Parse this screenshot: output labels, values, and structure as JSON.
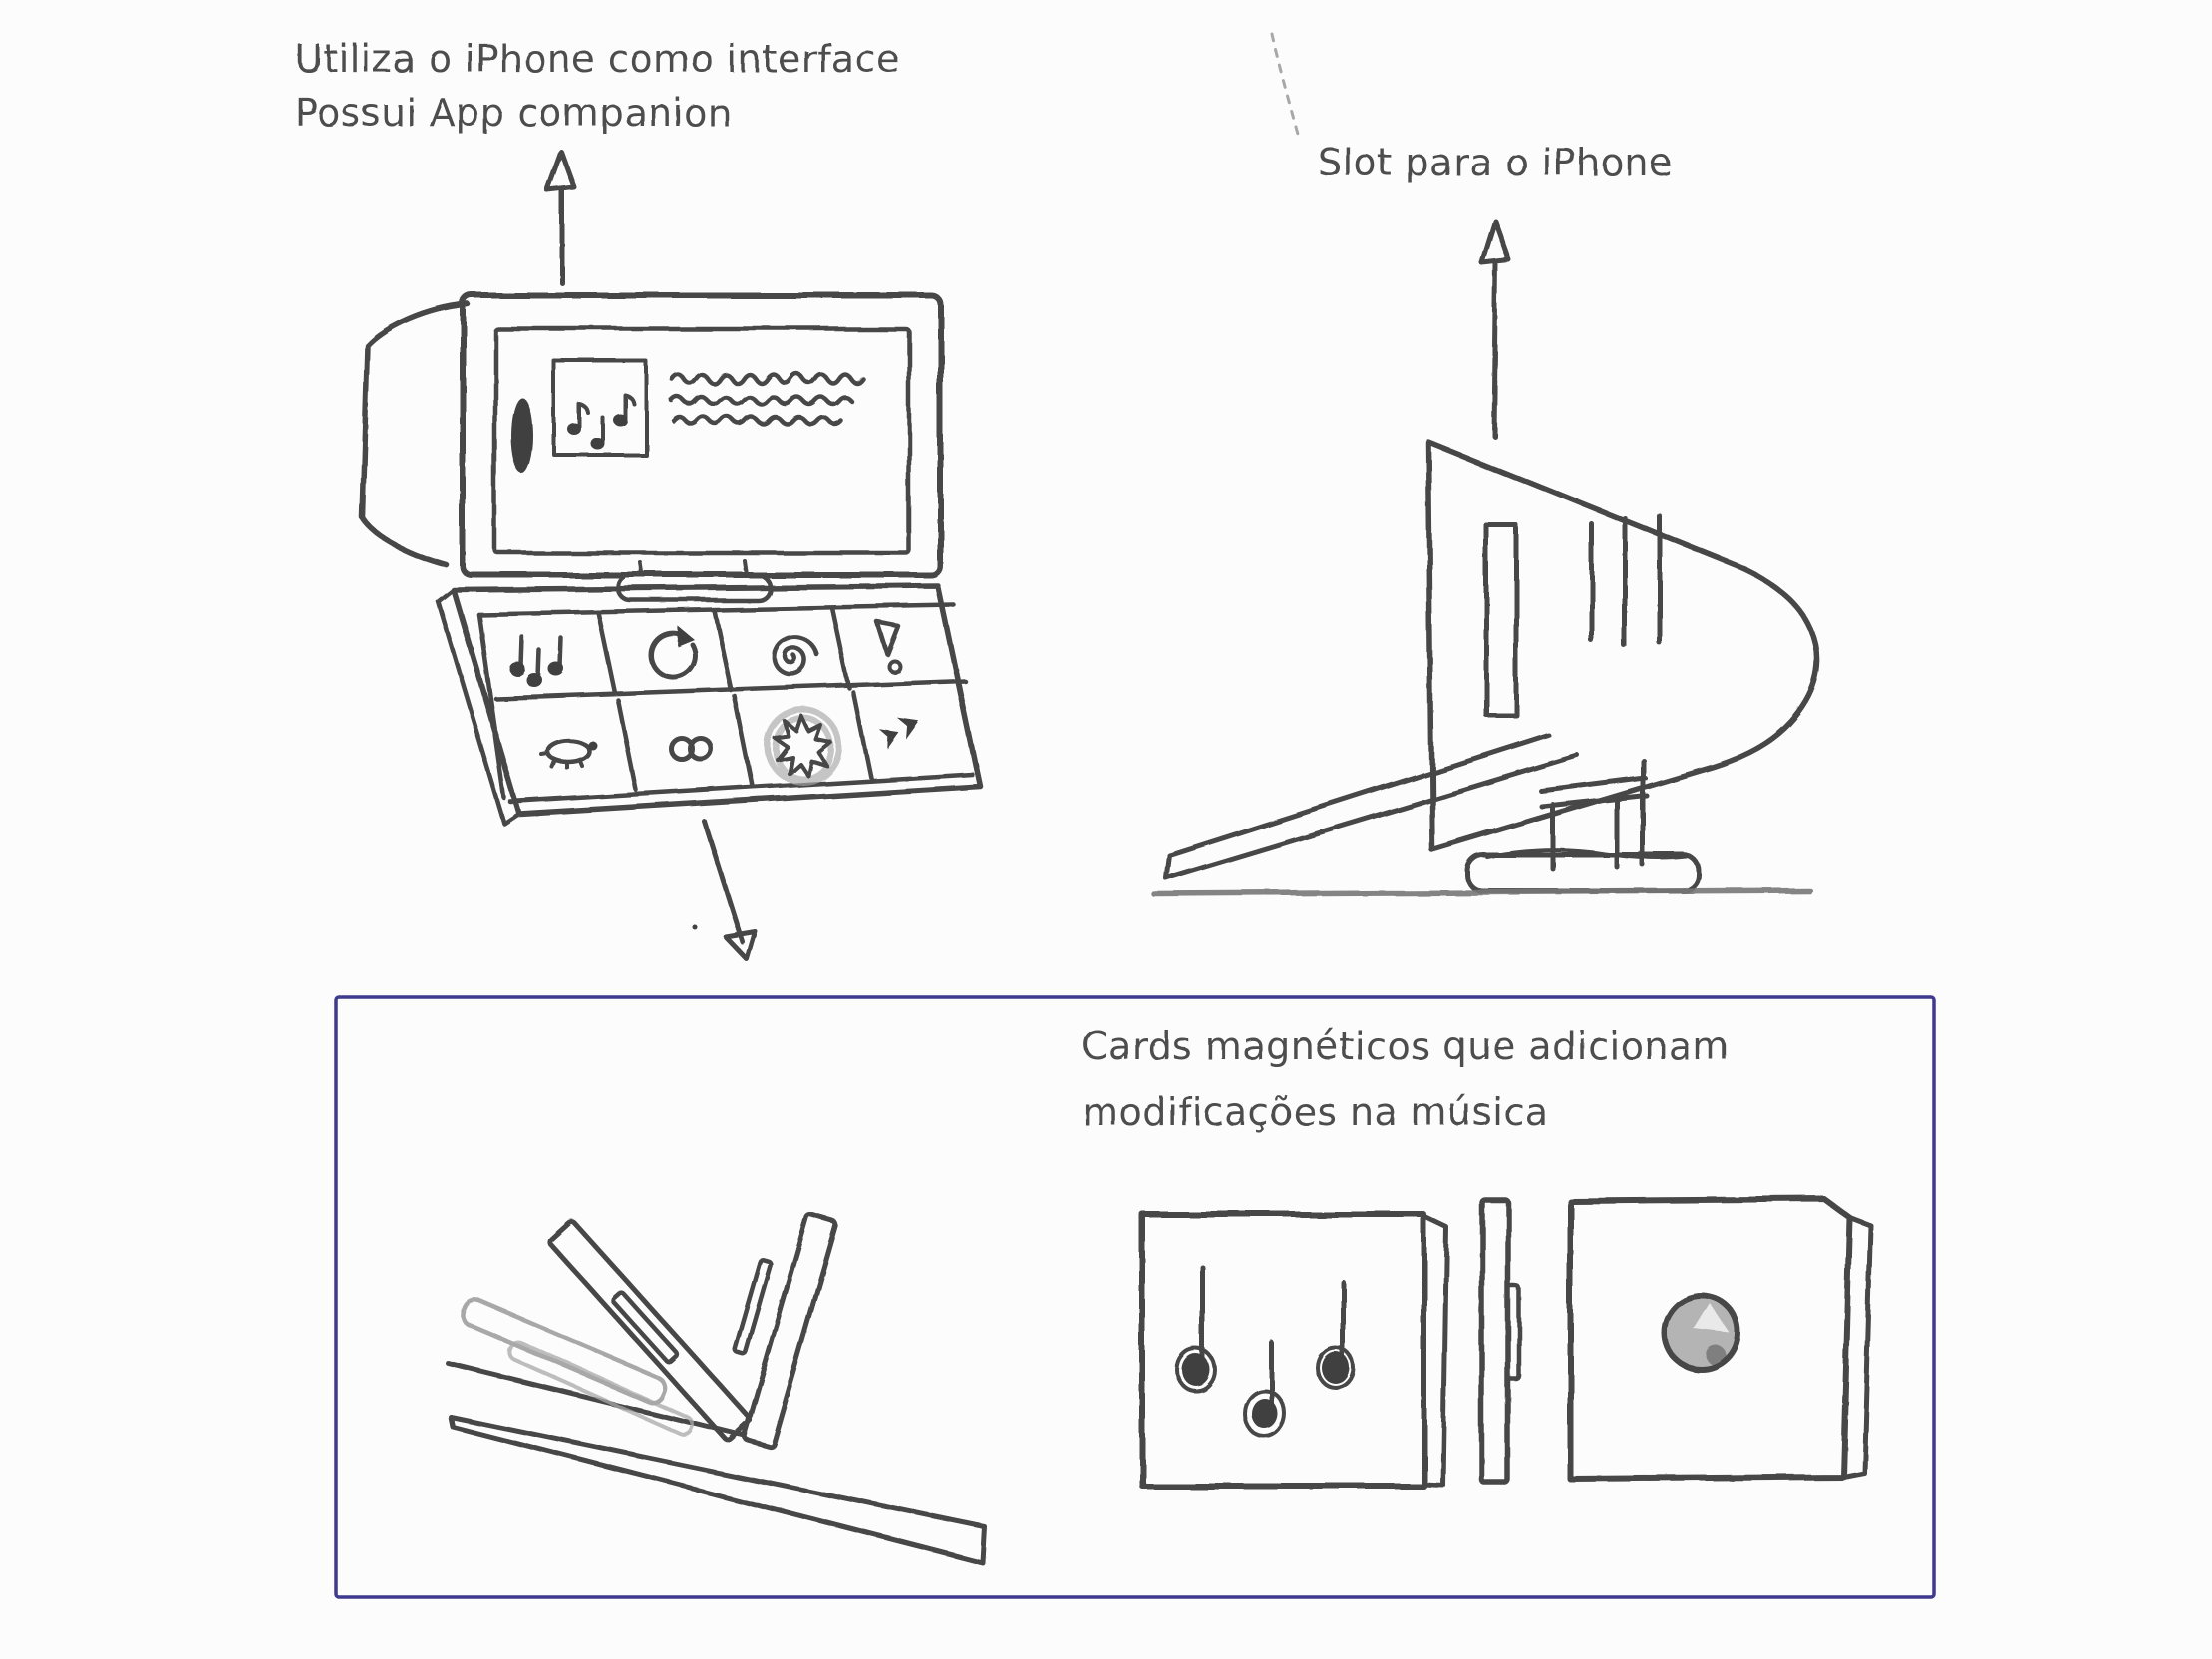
{
  "colors": {
    "ink": "#474747",
    "faint_ink": "#a8a8a8",
    "panel_border": "#3e3a8e",
    "ground": "#777777",
    "background": "#fcfcfc"
  },
  "annotations": {
    "top_left": {
      "line1": "Utiliza o iPhone como interface",
      "line2": "Possui App companion"
    },
    "slot_label": "Slot para o iPhone",
    "cards_label": {
      "line1": "Cards magnéticos que adicionam",
      "line2": "modificações na música"
    }
  },
  "front_view": {
    "screen_thumbnail": "music-notes",
    "screen_text_lines": 3,
    "tray_icons": [
      "music-notes",
      "loop-arrow",
      "spiral",
      "exclamation-mark",
      "turtle",
      "infinity",
      "maple-leaf",
      "fast-forward"
    ]
  },
  "side_view": {
    "slot": "iphone-slot",
    "vent_lines": 3
  },
  "cards_panel": {
    "left_sketch": "cards-inserted-into-tray",
    "cards": [
      "music-notes-card",
      "edge-on-card",
      "dot-card"
    ]
  }
}
